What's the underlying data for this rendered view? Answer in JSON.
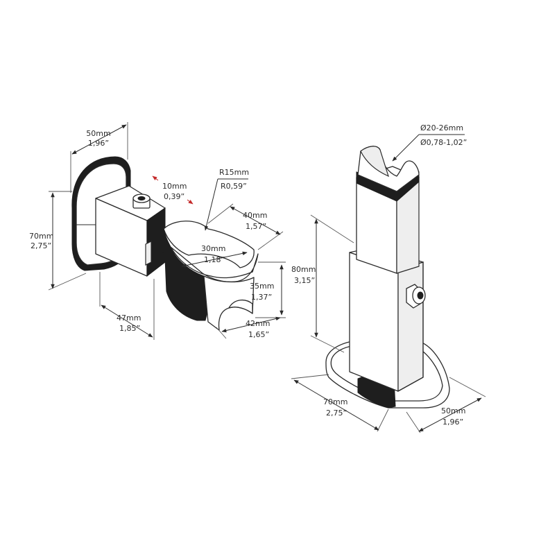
{
  "colors": {
    "ink": "#2a2a2a",
    "shade": "#1e1e1e",
    "accent": "#c42a2a",
    "background": "#ffffff"
  },
  "wall_bracket": {
    "depth": {
      "mm": "50mm",
      "inch": "1,96”"
    },
    "height": {
      "mm": "70mm",
      "inch": "2,75”"
    },
    "gap": {
      "mm": "10mm",
      "inch": "0,39”"
    },
    "radius": {
      "mm": "R15mm",
      "inch": "R0,59”"
    },
    "top_width": {
      "mm": "40mm",
      "inch": "1,57”"
    },
    "pipe": {
      "mm": "30mm",
      "inch": "1,18”"
    },
    "clamp_height": {
      "mm": "35mm",
      "inch": "1,37”"
    },
    "projection": {
      "mm": "47mm",
      "inch": "1,85”"
    },
    "clamp_width": {
      "mm": "42mm",
      "inch": "1,65”"
    }
  },
  "floor_stand": {
    "diameter": {
      "mm": "Ø20-26mm",
      "inch": "Ø0,78-1,02”"
    },
    "height": {
      "mm": "80mm",
      "inch": "3,15”"
    },
    "base_length": {
      "mm": "70mm",
      "inch": "2,75”"
    },
    "base_width": {
      "mm": "50mm",
      "inch": "1,96”"
    }
  }
}
